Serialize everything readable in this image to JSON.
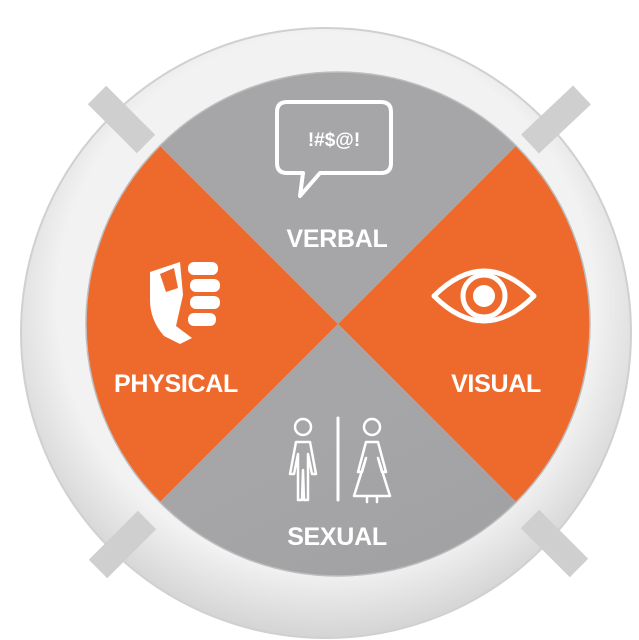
{
  "segments": {
    "top": {
      "label": "VERBAL",
      "icon": "speech-bubble-icon",
      "color": "#a6a6a8",
      "bubble_text": "!#$@!"
    },
    "right": {
      "label": "VISUAL",
      "icon": "eye-icon",
      "color": "#ee6a2c"
    },
    "bottom": {
      "label": "SEXUAL",
      "icon": "man-woman-icon",
      "color": "#a6a6a8"
    },
    "left": {
      "label": "PHYSICAL",
      "icon": "fist-icon",
      "color": "#ee6a2c"
    }
  },
  "colors": {
    "ring": "#e6e6e6",
    "orange": "#ee6a2c",
    "gray": "#a6a6a8",
    "label": "#ffffff"
  }
}
